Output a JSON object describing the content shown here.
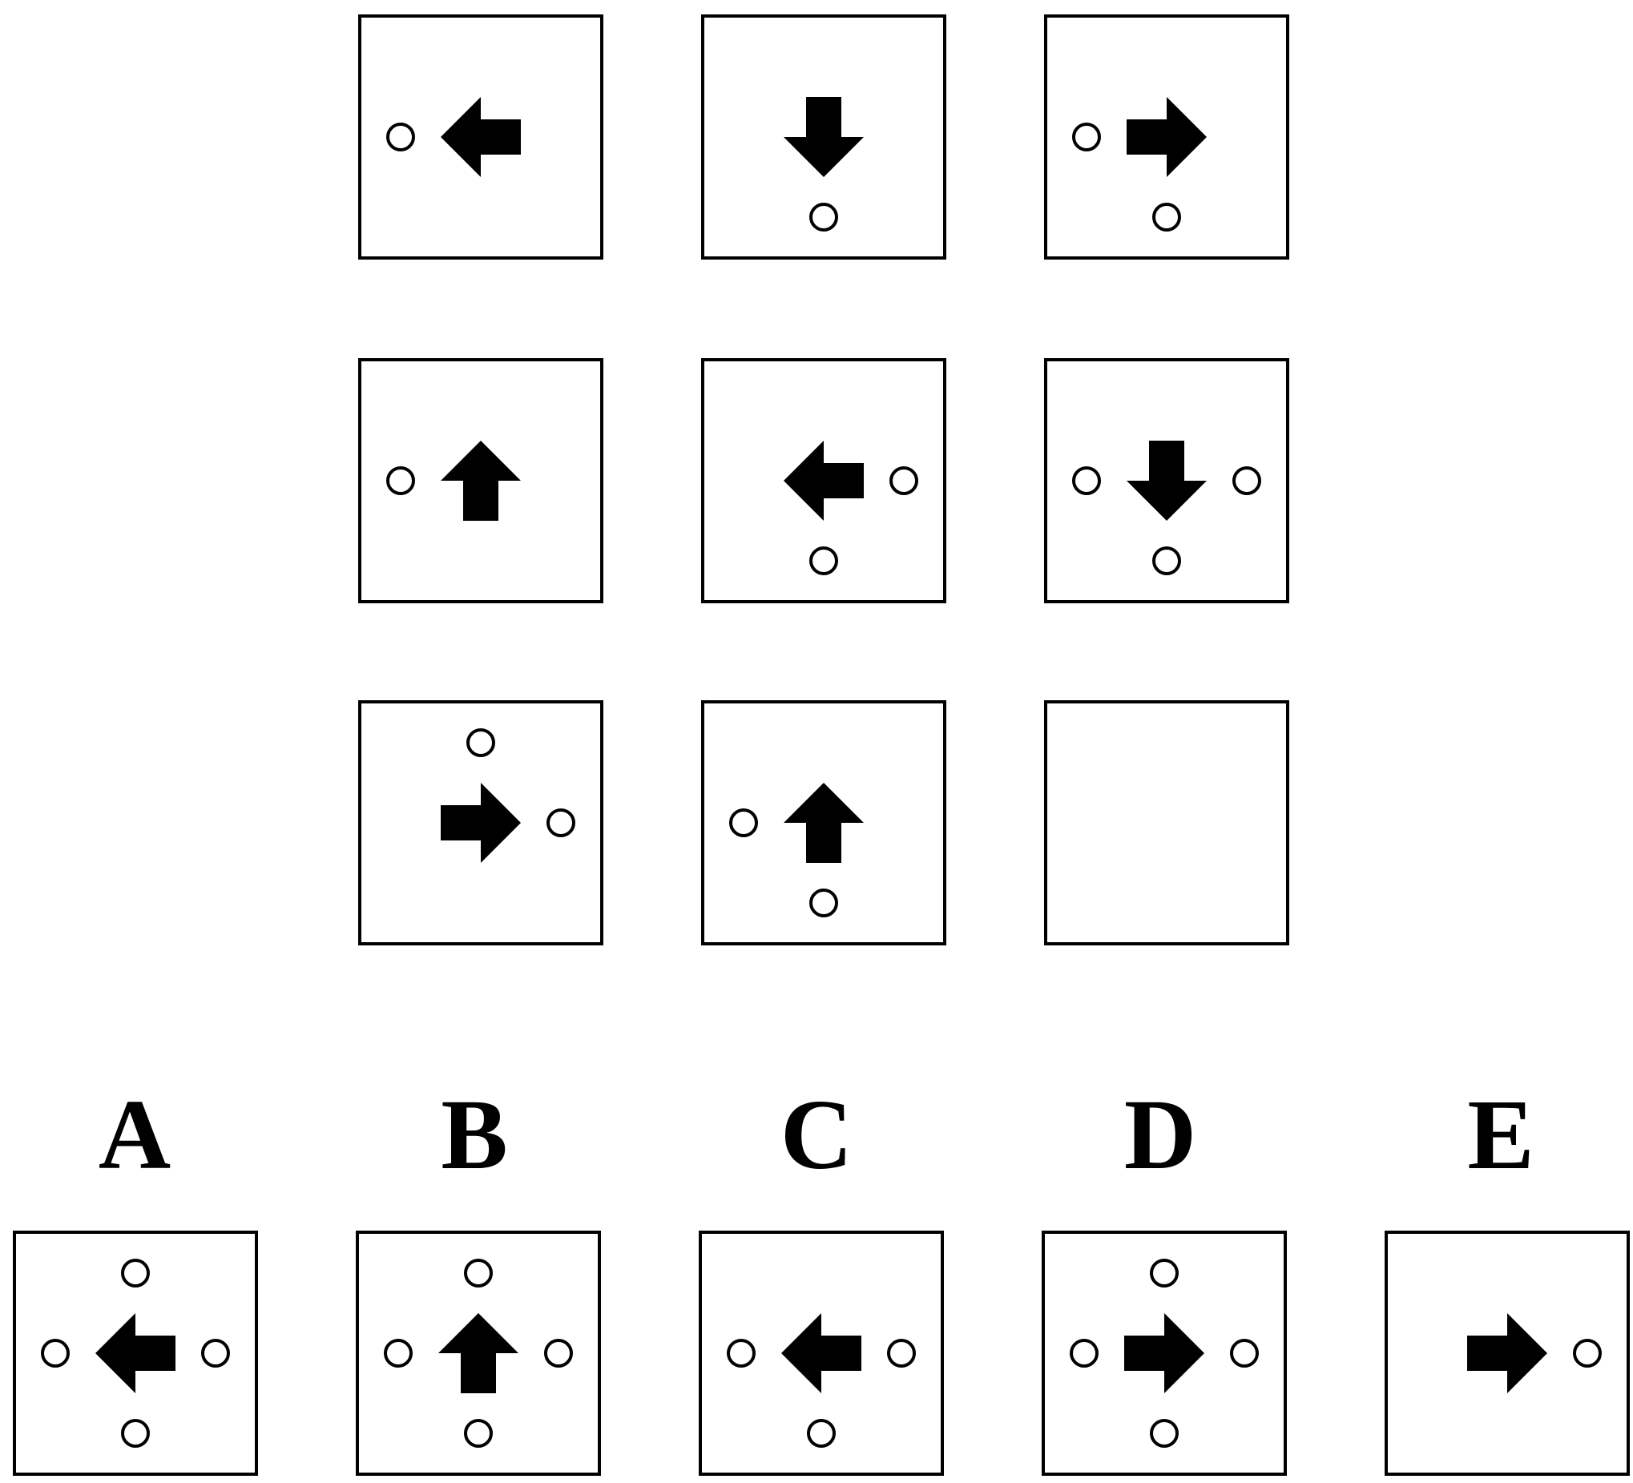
{
  "puzzle": {
    "grid": [
      [
        {
          "arrow": "left",
          "circles": [
            "left"
          ]
        },
        {
          "arrow": "down",
          "circles": [
            "bottom"
          ]
        },
        {
          "arrow": "right",
          "circles": [
            "left",
            "bottom"
          ]
        }
      ],
      [
        {
          "arrow": "up",
          "circles": [
            "left"
          ]
        },
        {
          "arrow": "left",
          "circles": [
            "right",
            "bottom"
          ]
        },
        {
          "arrow": "down",
          "circles": [
            "left",
            "right",
            "bottom"
          ]
        }
      ],
      [
        {
          "arrow": "right",
          "circles": [
            "top",
            "right"
          ]
        },
        {
          "arrow": "up",
          "circles": [
            "left",
            "bottom"
          ]
        },
        {
          "arrow": null,
          "circles": []
        }
      ]
    ],
    "options": [
      {
        "label": "A",
        "arrow": "left",
        "circles": [
          "top",
          "left",
          "right",
          "bottom"
        ]
      },
      {
        "label": "B",
        "arrow": "up",
        "circles": [
          "top",
          "left",
          "right",
          "bottom"
        ]
      },
      {
        "label": "C",
        "arrow": "left",
        "circles": [
          "left",
          "right",
          "bottom"
        ]
      },
      {
        "label": "D",
        "arrow": "right",
        "circles": [
          "top",
          "left",
          "right",
          "bottom"
        ]
      },
      {
        "label": "E",
        "arrow": "right",
        "circles": [
          "right"
        ]
      }
    ]
  },
  "colors": {
    "stroke": "#000000",
    "fill": "#000000",
    "background": "#ffffff"
  }
}
